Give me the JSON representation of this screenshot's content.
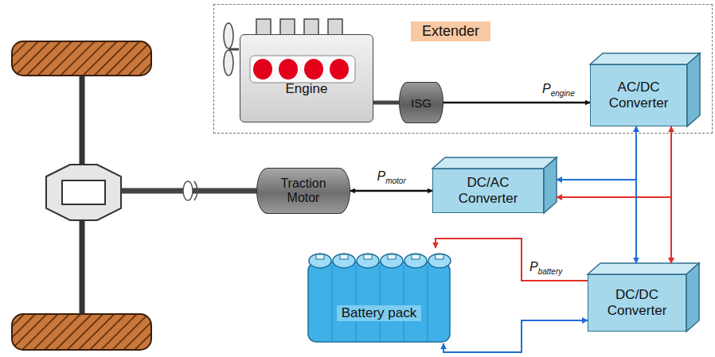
{
  "diagram": {
    "nodes": [
      {
        "text": [
          "Extender"
        ]
      },
      {
        "text": [
          "Engine"
        ],
        "in": 0
      },
      {
        "text": [
          "ISG"
        ],
        "in": 0
      },
      {
        "text": [
          "AC/DC Converter"
        ],
        "in": 0
      },
      {
        "text": [
          "Traction Motor"
        ]
      },
      {
        "text": [
          "DC/AC Converter"
        ]
      },
      {
        "text": [
          "Battery pack"
        ]
      },
      {
        "text": [
          "DC/DC Converter"
        ]
      }
    ],
    "edges": [
      {
        "from": 1,
        "to": 2,
        "arrow": "none"
      },
      {
        "from": 2,
        "to": 3,
        "label": "Pengine",
        "arrow": "to"
      },
      {
        "from": 4,
        "to": 5,
        "label": "Pmotor",
        "arrow": "both"
      },
      {
        "from": 5,
        "to": 3,
        "arrow": "both"
      },
      {
        "from": 5,
        "to": 7,
        "arrow": "both"
      },
      {
        "from": 3,
        "to": 7,
        "arrow": "both"
      },
      {
        "from": 3,
        "to": 7,
        "arrow": "both"
      },
      {
        "from": 7,
        "to": 6,
        "label": "Pbattery",
        "arrow": "to"
      },
      {
        "from": 6,
        "to": 7,
        "arrow": "both"
      }
    ]
  }
}
